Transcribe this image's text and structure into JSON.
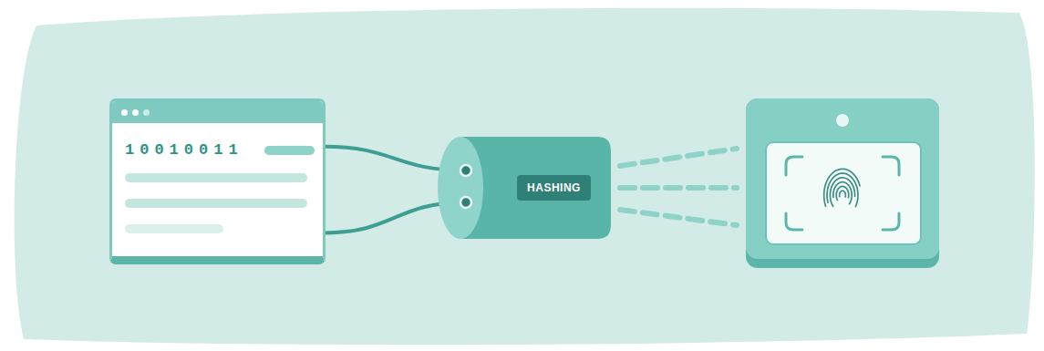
{
  "diagram": {
    "nodes": [
      {
        "text": [
          "10010011"
        ]
      },
      {
        "text": [
          "HASHING"
        ]
      }
    ],
    "edges": [
      {
        "from": 0,
        "to": 1,
        "arrow": "none"
      },
      {
        "from": 0,
        "to": 1,
        "arrow": "none"
      }
    ]
  }
}
